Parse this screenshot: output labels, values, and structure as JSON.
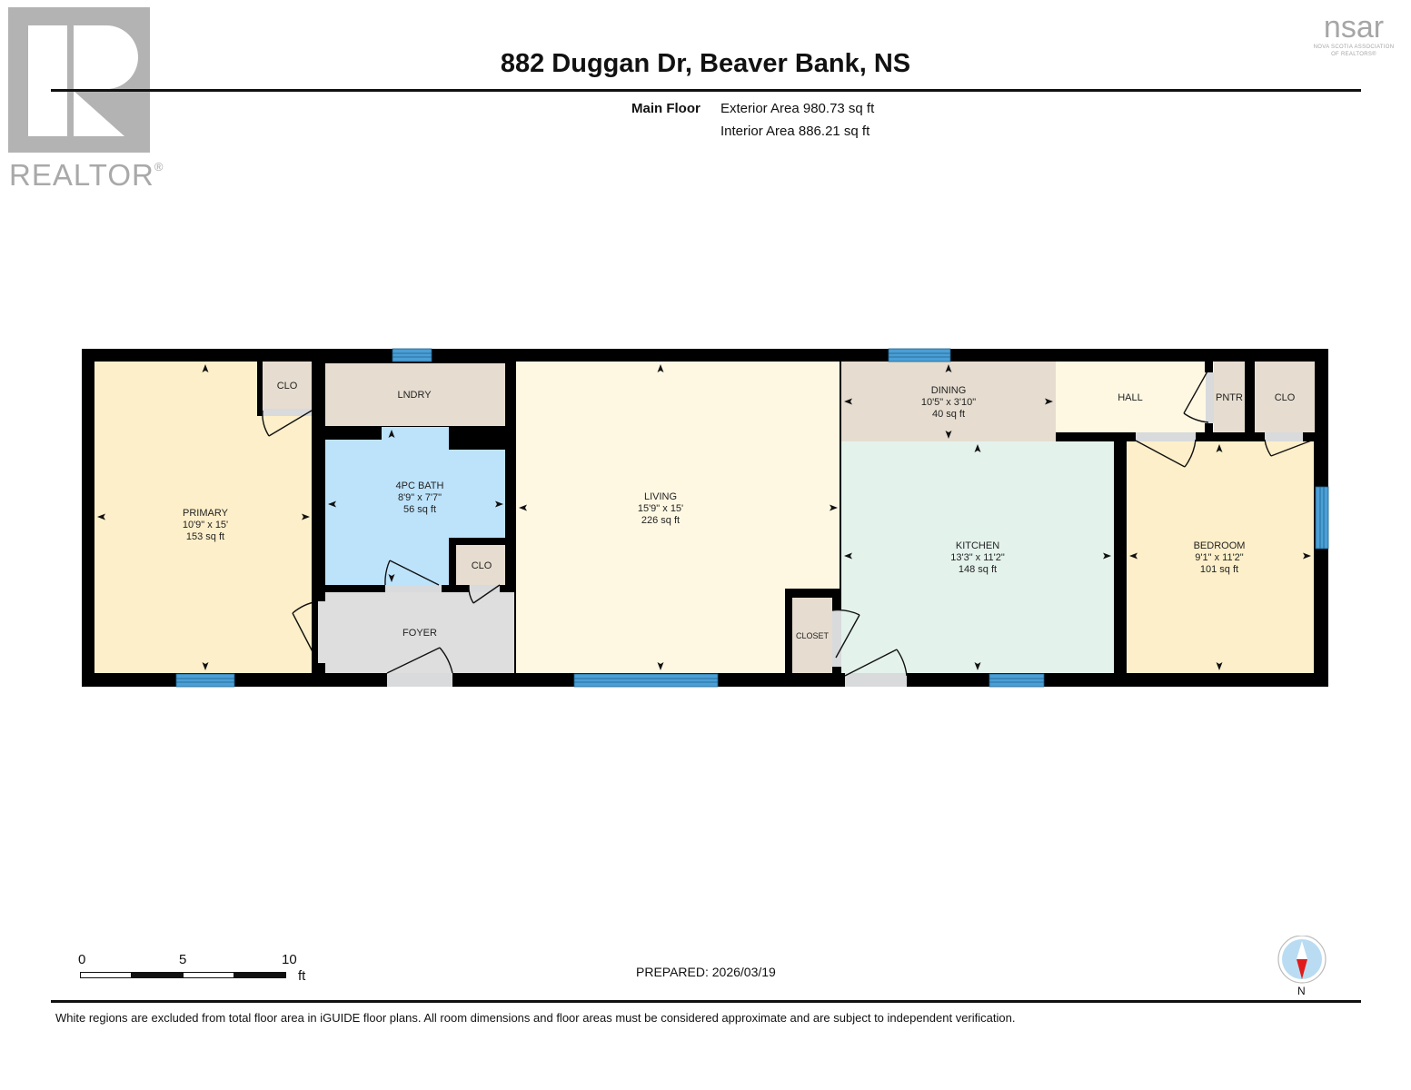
{
  "header": {
    "title": "882 Duggan Dr, Beaver Bank, NS",
    "logo_left": {
      "icon": "realtor-r-logo-icon",
      "wordmark": "REALTOR",
      "registered_mark": "®"
    },
    "logo_right": {
      "icon": "nsar-logo-icon",
      "wordmark": "nsar",
      "tagline_line1": "NOVA SCOTIA ASSOCIATION",
      "tagline_line2": "OF REALTORS®"
    }
  },
  "floor_summary": {
    "floor_name": "Main Floor",
    "exterior_area": "Exterior Area 980.73 sq ft",
    "interior_area": "Interior Area 886.21 sq ft"
  },
  "colors": {
    "wall": "#000000",
    "window": "#4a9fd6",
    "bedroom_fill": "#fdefc9",
    "living_fill": "#fef8e3",
    "hall_fill": "#fef8e3",
    "closet_fill": "#e6ddd0",
    "bath_fill": "#bde3fb",
    "kitchen_fill": "#e4f2ec",
    "foyer_fill": "#dedede",
    "door_swing_fill": "#d8dadc"
  },
  "rooms": [
    {
      "id": "primary",
      "name": "PRIMARY",
      "dimensions": "10'9\" x 15'",
      "area": "153 sq ft"
    },
    {
      "id": "clo-primary",
      "name": "CLO"
    },
    {
      "id": "laundry",
      "name": "LNDRY"
    },
    {
      "id": "bath",
      "name": "4PC BATH",
      "dimensions": "8'9\" x 7'7\"",
      "area": "56 sq ft"
    },
    {
      "id": "clo-bath",
      "name": "CLO"
    },
    {
      "id": "foyer",
      "name": "FOYER"
    },
    {
      "id": "living",
      "name": "LIVING",
      "dimensions": "15'9\" x 15'",
      "area": "226 sq ft"
    },
    {
      "id": "closet",
      "name": "CLOSET"
    },
    {
      "id": "dining",
      "name": "DINING",
      "dimensions": "10'5\" x 3'10\"",
      "area": "40 sq ft"
    },
    {
      "id": "hall",
      "name": "HALL"
    },
    {
      "id": "pantry",
      "name": "PNTR"
    },
    {
      "id": "clo-bedroom",
      "name": "CLO"
    },
    {
      "id": "kitchen",
      "name": "KITCHEN",
      "dimensions": "13'3\" x 11'2\"",
      "area": "148 sq ft"
    },
    {
      "id": "bedroom",
      "name": "BEDROOM",
      "dimensions": "9'1\" x 11'2\"",
      "area": "101 sq ft"
    }
  ],
  "scale_bar": {
    "labels": [
      "0",
      "5",
      "10"
    ],
    "unit": "ft"
  },
  "prepared": "PREPARED: 2026/03/19",
  "compass": {
    "icon": "north-compass-icon",
    "label": "N"
  },
  "footer": {
    "disclaimer": "White regions are excluded from total floor area in iGUIDE floor plans. All room dimensions and floor areas must be considered approximate and are subject to independent verification."
  }
}
